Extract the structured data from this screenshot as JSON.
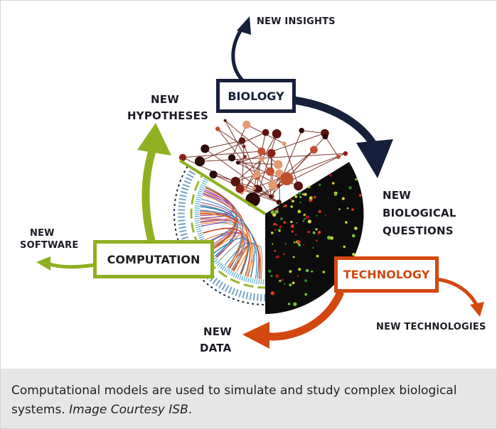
{
  "diagram": {
    "nodes": {
      "biology": "BIOLOGY",
      "computation": "COMPUTATION",
      "technology": "TECHNOLOGY"
    },
    "labels": {
      "new_insights": "NEW INSIGHTS",
      "new_hypotheses_1": "NEW",
      "new_hypotheses_2": "HYPOTHESES",
      "new_bio_q_1": "NEW",
      "new_bio_q_2": "BIOLOGICAL",
      "new_bio_q_3": "QUESTIONS",
      "new_software_1": "NEW",
      "new_software_2": "SOFTWARE",
      "new_technologies": "NEW TECHNOLOGIES",
      "new_data_1": "NEW",
      "new_data_2": "DATA"
    },
    "colors": {
      "biology": "#16203a",
      "computation": "#8fb021",
      "technology": "#d3480f"
    }
  },
  "caption": {
    "text": "Computational models are used to simulate and study complex biological systems.",
    "credit": "Image Courtesy ISB",
    "end": "."
  }
}
